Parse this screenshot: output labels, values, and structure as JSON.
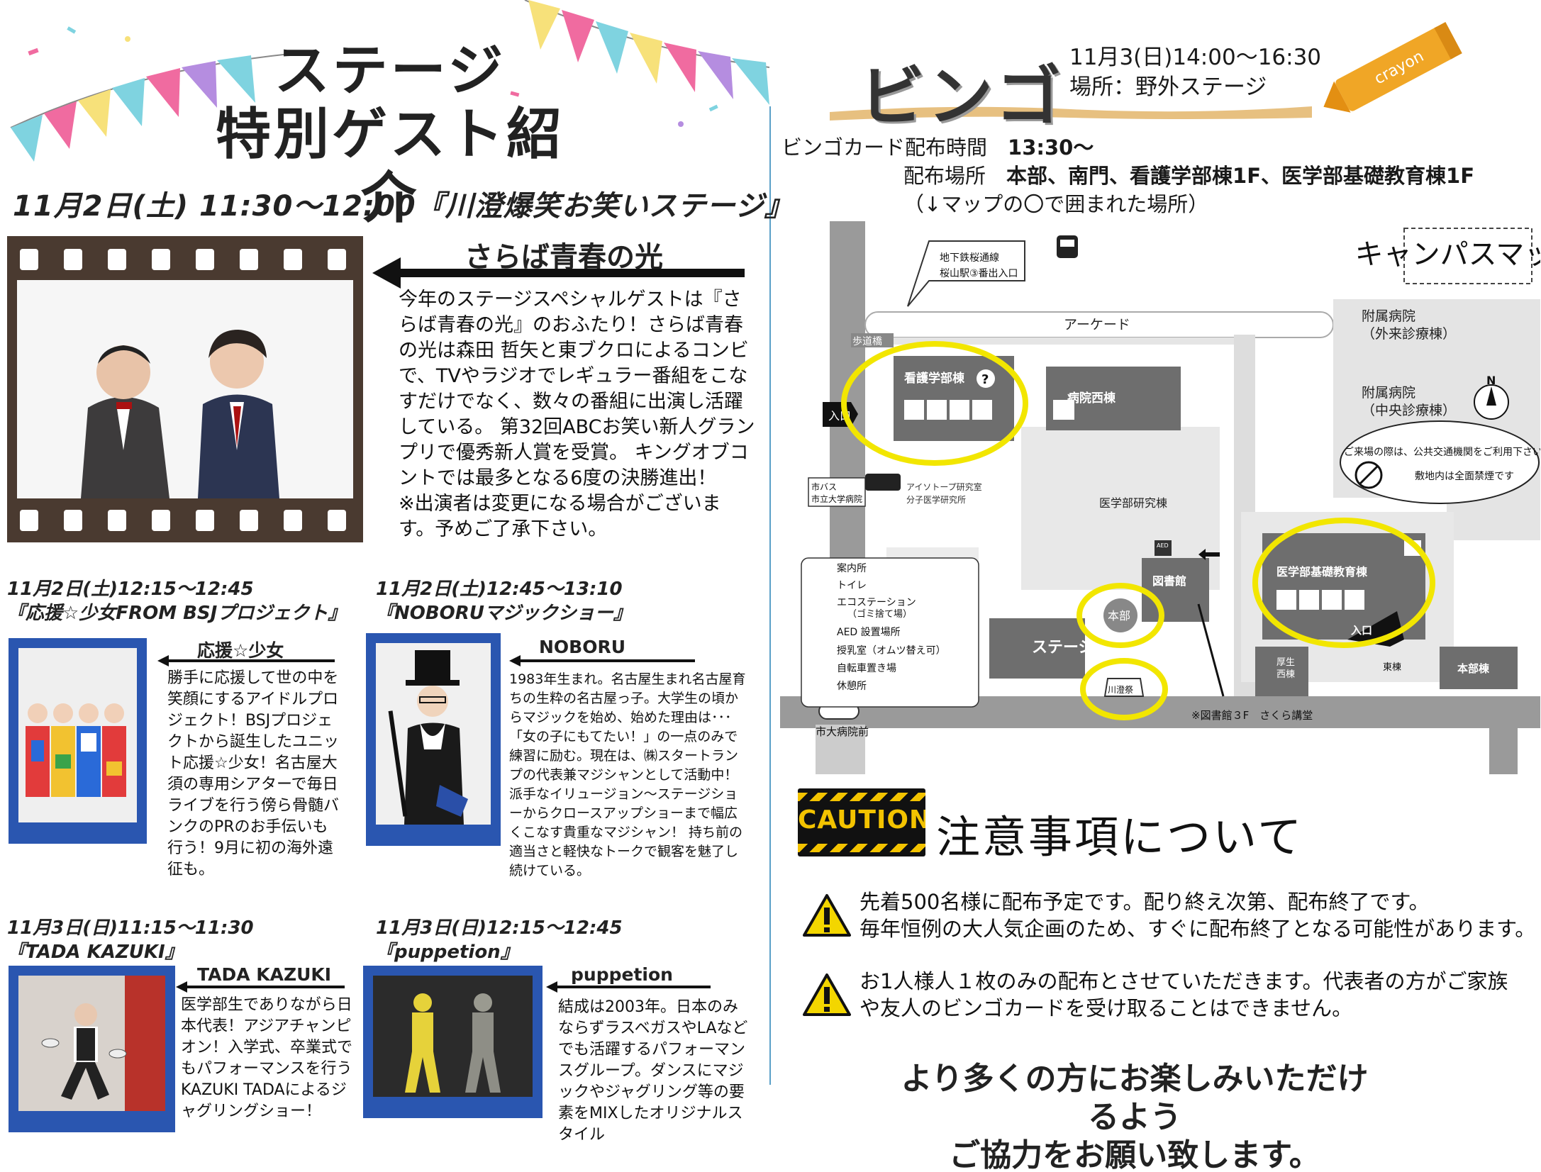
{
  "stage": {
    "title_line1": "ステージ",
    "title_line2": "特別ゲスト紹介",
    "main_date": "11月2日(土) 11:30～12:00『川澄爆笑お笑いステージ』",
    "main_guest": {
      "name": "さらば青春の光",
      "desc": "今年のステージスペシャルゲストは『さらば青春の光』のおふたり！さらば青春の光は森田 哲矢と東ブクロによるコンビで、TVやラジオでレギュラー番組をこなすだけでなく、数々の番組に出演し活躍している。 第32回ABCお笑い新人グランプリで優秀新人賞を受賞。 キングオブコントでは最多となる6度の決勝進出！",
      "note": "※出演者は変更になる場合がございます。予めご了承下さい。"
    },
    "guests": [
      {
        "time": "11月2日(土)12:15～12:45",
        "program": "『応援☆少女FROM BSJプロジェクト』",
        "name": "応援☆少女",
        "desc": "勝手に応援して世の中を笑顔にするアイドルプロジェクト！BSJプロジェクトから誕生したユニット応援☆少女！名古屋大須の専用シアターで毎日ライブを行う傍ら骨髄バンクのPRのお手伝いも行う！9月に初の海外遠征も。"
      },
      {
        "time": "11月2日(土)12:45～13:10",
        "program": "『NOBORUマジックショー』",
        "name": "NOBORU",
        "desc": "1983年生まれ。名古屋生まれ名古屋育ちの生粋の名古屋っ子。大学生の頃からマジックを始め、始めた理由は･･･「女の子にもてたい！」の一点のみで練習に励む。現在は、㈱スタートランプの代表兼マジシャンとして活動中！派手なイリュージョン～ステージショーからクロースアップショーまで幅広くこなす貴重なマジシャン！ 持ち前の適当さと軽快なトークで観客を魅了し続けている。"
      },
      {
        "time": "11月3日(日)11:15～11:30",
        "program": "『TADA KAZUKI』",
        "name": "TADA KAZUKI",
        "desc": "医学部生でありながら日本代表！アジアチャンピオン！入学式、卒業式でもパフォーマンスを行うKAZUKI TADAによるジャグリングショー！"
      },
      {
        "time": "11月3日(日)12:15～12:45",
        "program": "『puppetion』",
        "name": "puppetion",
        "desc": "結成は2003年。日本のみならずラスベガスやLAなどでも活躍するパフォーマンスグループ。ダンスにマジックやジャグリング等の要素をMIXしたオリジナルスタイル"
      }
    ]
  },
  "bingo": {
    "title": "ビンゴ",
    "datetime": "11月3(日)14:00～16:30",
    "place": "場所：野外ステージ",
    "crayon_text": "crayon",
    "card_time_label": "ビンゴカード配布時間",
    "card_time": "13:30～",
    "card_place_label": "配布場所",
    "card_place": "本部、南門、看護学部棟1F、医学部基礎教育棟1F",
    "card_note": "（↓マップの〇で囲まれた場所）"
  },
  "map": {
    "title": "キャンパスマップ",
    "subway": "地下鉄桜通線",
    "subway_exit": "桜山駅③番出入口",
    "arcade": "アーケード",
    "footbridge": "歩道橋",
    "entrance": "入口",
    "nursing": "看護学部棟",
    "hospital_west": "病院西棟",
    "hospital_out_1": "附属病院",
    "hospital_out_2": "（外来診療棟）",
    "hospital_center_1": "附属病院",
    "hospital_center_2": "（中央診療棟）",
    "north": "N",
    "notice_1": "ご来場の際は、公共交通機関をご利用下さい",
    "notice_2": "敷地内は全面禁煙です",
    "bus_1": "市バス",
    "bus_2": "市立大学病院",
    "isotope_1": "アイソトープ研究室",
    "isotope_2": "分子医学研究所",
    "research": "医学部研究棟",
    "aed": "AED",
    "library": "図書館",
    "honbu": "本部",
    "stage": "ステージ",
    "kawasumi": "川澄祭",
    "basic_edu": "医学部基礎教育棟",
    "entrance2": "入口",
    "welfare_1": "厚生",
    "welfare_2": "西棟",
    "east": "東棟",
    "admin": "本部棟",
    "station": "市大病院前",
    "library_note": "※図書館３F　さくら講堂",
    "legend": [
      "案内所",
      "トイレ",
      "エコステーション",
      "（ゴミ捨て場）",
      "AED 設置場所",
      "授乳室（オムツ替え可）",
      "自転車置き場",
      "休憩所"
    ]
  },
  "caution": {
    "badge": "CAUTION",
    "title": "注意事項について",
    "item1_line1": "先着500名様に配布予定です。配り終え次第、配布終了です。",
    "item1_line2": "毎年恒例の大人気企画のため、すぐに配布終了となる可能性があります。",
    "item2_line1": "お1人様人１枚のみの配布とさせていただきます。代表者の方がご家族",
    "item2_line2": "や友人のビンゴカードを受け取ることはできません。",
    "closing_1": "より多くの方にお楽しみいただけるよう",
    "closing_2": "ご協力をお願い致します。"
  },
  "colors": {
    "film": "#4a3a30",
    "photo_frame": "#2a56b0",
    "highlight_ring": "#f2e600",
    "map_building": "#6e6e6e",
    "map_road": "#9a9a9a",
    "caution_yellow": "#f3c300",
    "crayon": "#f0a626"
  }
}
